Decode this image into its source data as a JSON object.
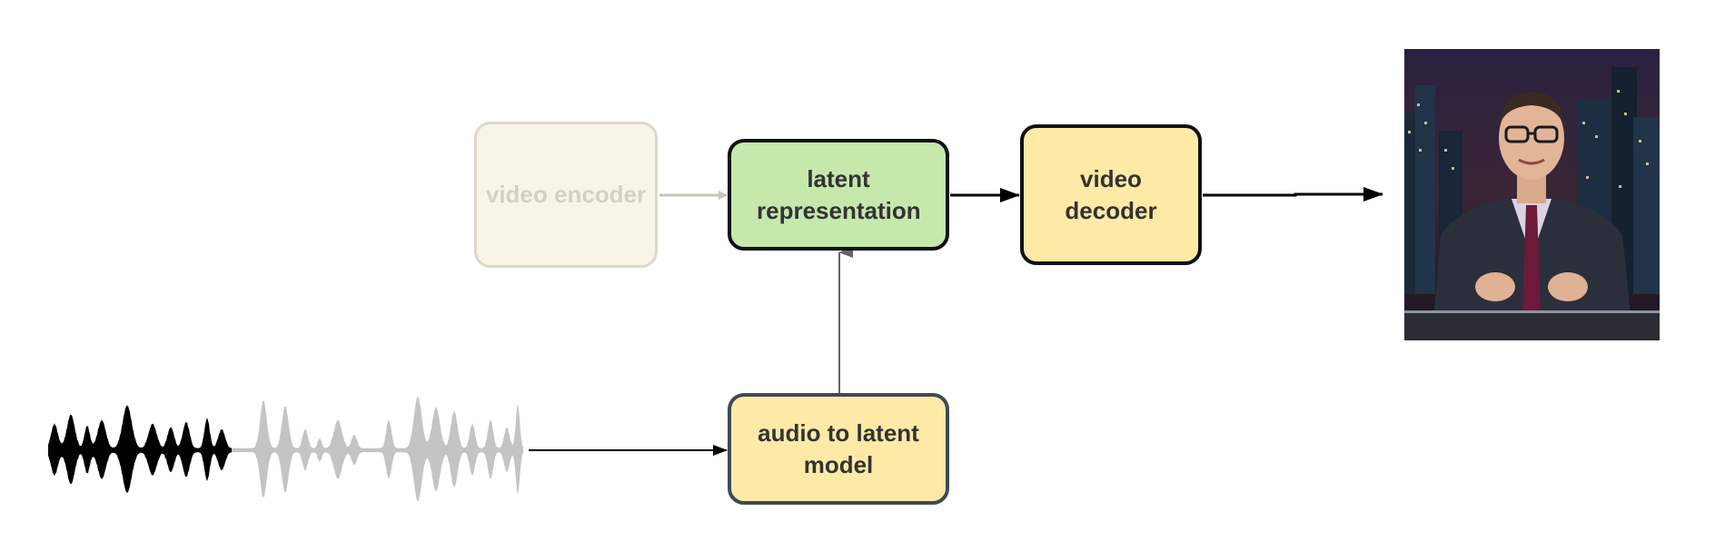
{
  "nodes": {
    "video_encoder": {
      "label": "video encoder"
    },
    "latent_representation": {
      "label": "latent representation"
    },
    "video_decoder": {
      "label": "video decoder"
    },
    "audio_to_latent_model": {
      "label": "audio to latent model"
    }
  },
  "edges": [
    {
      "from": "video_encoder",
      "to": "latent_representation",
      "style": "faded"
    },
    {
      "from": "latent_representation",
      "to": "video_decoder",
      "style": "bold"
    },
    {
      "from": "video_decoder",
      "to": "output_video_frame",
      "style": "bold"
    },
    {
      "from": "audio_to_latent_model",
      "to": "latent_representation",
      "style": "thin"
    },
    {
      "from": "audio_waveform",
      "to": "audio_to_latent_model",
      "style": "thin"
    }
  ],
  "inputs": {
    "audio_waveform": {
      "icon": "audio-waveform-icon"
    }
  },
  "outputs": {
    "output_video_frame": {
      "image": "news presenter in suit at desk with city skyline"
    }
  },
  "colors": {
    "faded_box": "#f9f5e6",
    "latent_box": "#c5e8ad",
    "model_box": "#feeaa6",
    "box_border": "#111111",
    "slate_border": "#3e4a55",
    "waveform_active": "#000000",
    "waveform_faded": "#c4c4c4"
  }
}
